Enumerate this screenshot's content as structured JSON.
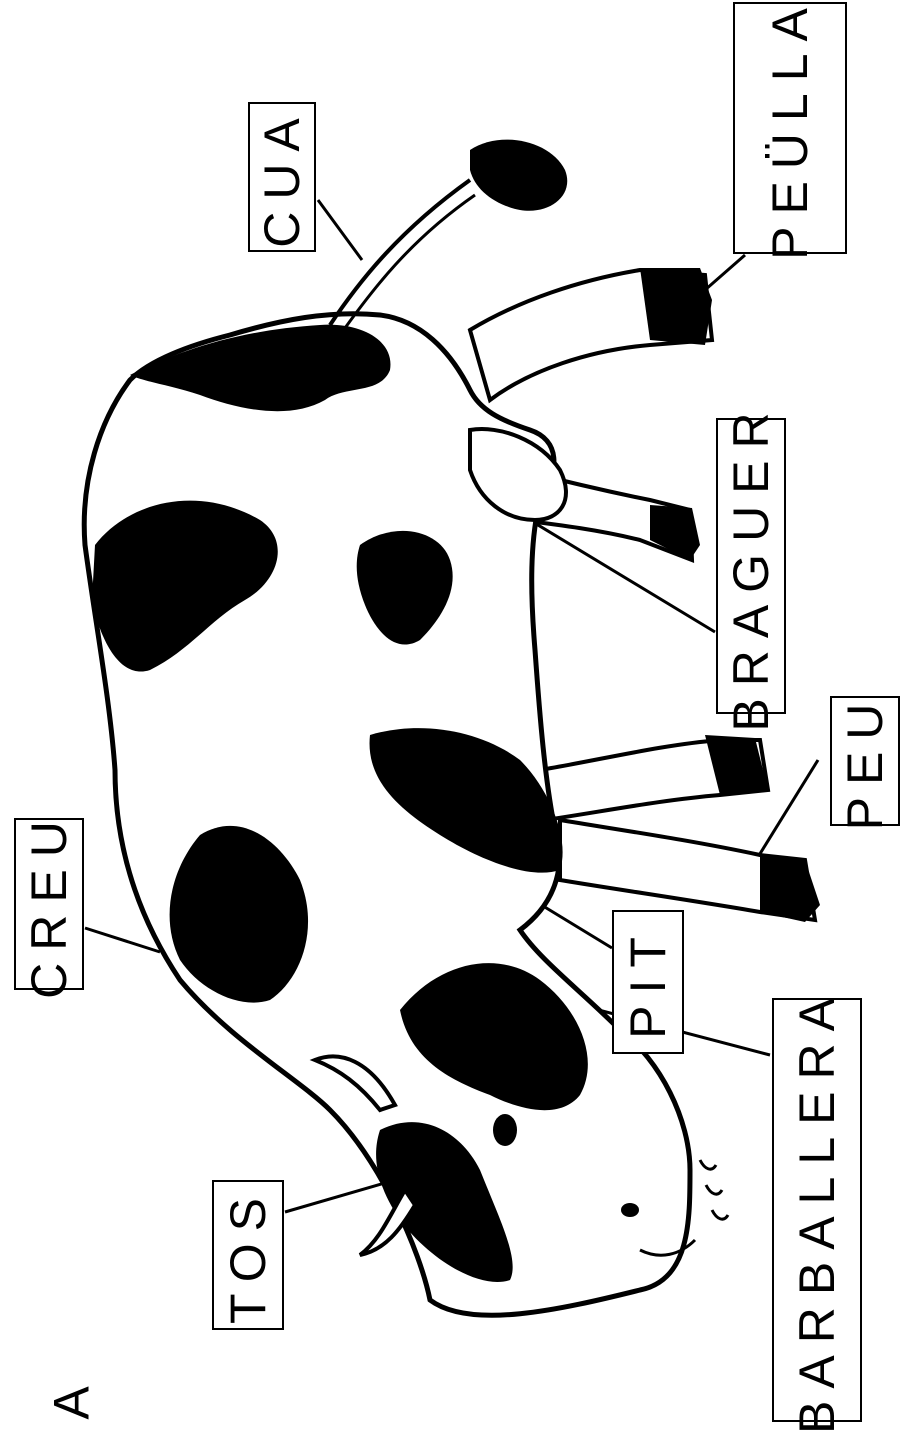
{
  "labels": {
    "cua": "CUA",
    "peulla": "PEÜLLA",
    "braguer": "BRAGUER",
    "peu": "PEU",
    "creu": "CREU",
    "pit": "PIT",
    "barballera": "BARBALLERA",
    "tos": "TOS"
  },
  "stray_letter": "A",
  "colors": {
    "ink": "#000000",
    "paper": "#ffffff"
  }
}
